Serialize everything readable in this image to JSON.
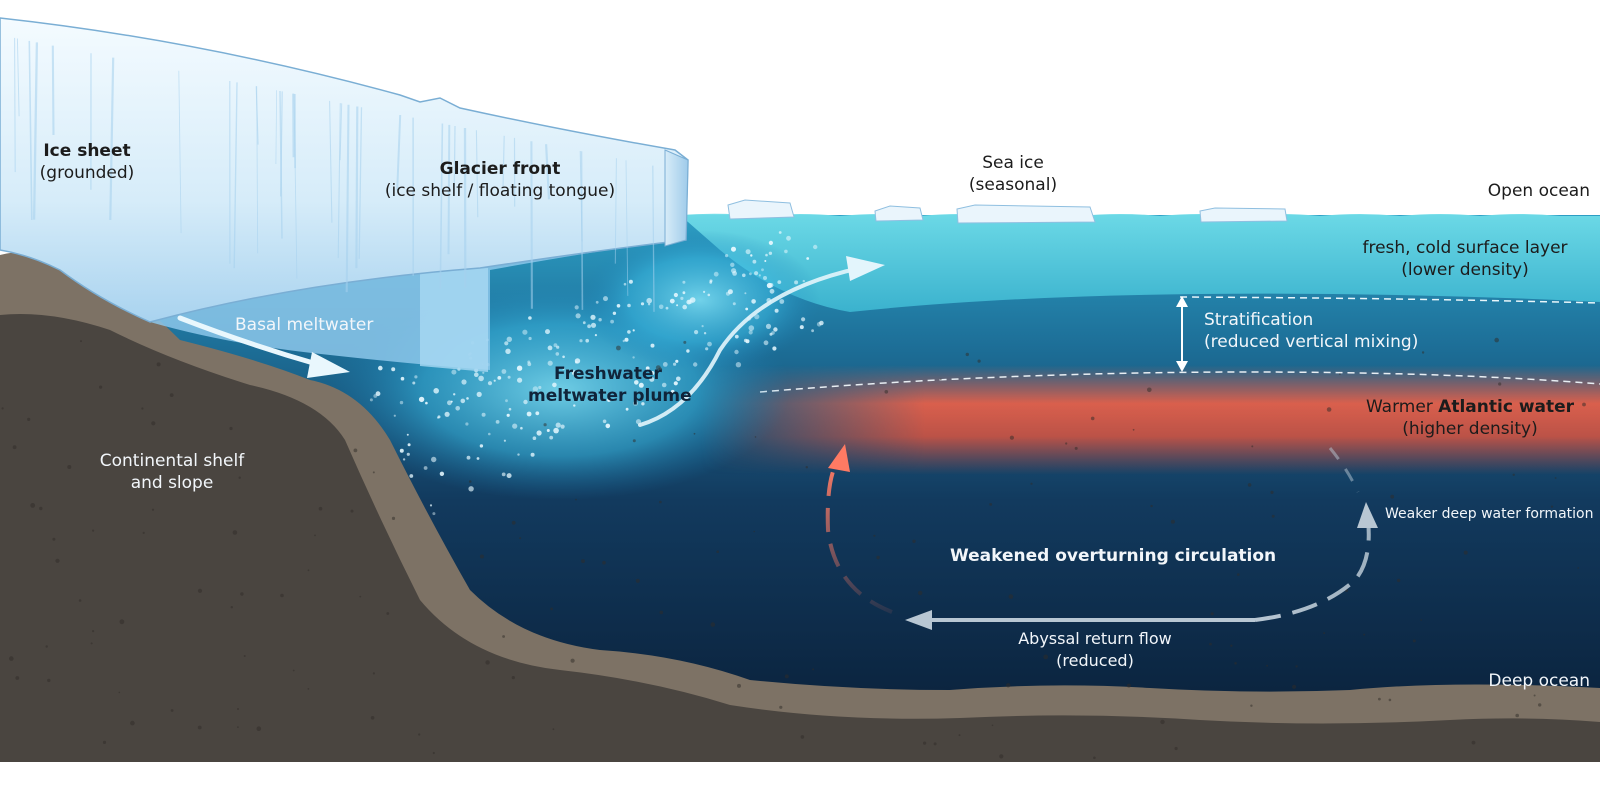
{
  "labels": {
    "ice_sheet": {
      "title": "Ice sheet",
      "sub": "(grounded)"
    },
    "glacier_front": {
      "title": "Glacier front",
      "sub": "(ice shelf / floating tongue)"
    },
    "sea_ice": {
      "line1": "Sea ice",
      "line2": "(seasonal)"
    },
    "open_ocean": "Open ocean",
    "surface_layer": {
      "line1": "fresh, cold surface layer",
      "line2": "(lower density)"
    },
    "basal_meltwater": "Basal meltwater",
    "stratification": {
      "line1": "Stratification",
      "line2": "(reduced vertical mixing)"
    },
    "plume": {
      "line1": "Freshwater",
      "line2": "meltwater plume"
    },
    "atlantic_water": {
      "prefix": "Warmer ",
      "bold": "Atlantic water",
      "sub": "(higher density)"
    },
    "continental_shelf": {
      "line1": "Continental shelf",
      "line2": "and slope"
    },
    "weaker_formation": "Weaker deep water formation",
    "overturning": "Weakened overturning circulation",
    "abyssal": {
      "line1": "Abyssal return flow",
      "line2": "(reduced)"
    },
    "deep_ocean": "Deep ocean"
  },
  "colors": {
    "ice_light": "#eaf5fc",
    "ice_mid": "#c4e2f6",
    "surface_water": "#5fd0dd",
    "deep_water": "#0d2740",
    "warm_water": "#e4604a",
    "rock": "#4a4540",
    "sediment": "#7d7265",
    "arrow_light": "#bfe6f5",
    "arrow_warm": "#ff7a63",
    "arrow_grey": "#b8c7d3"
  }
}
